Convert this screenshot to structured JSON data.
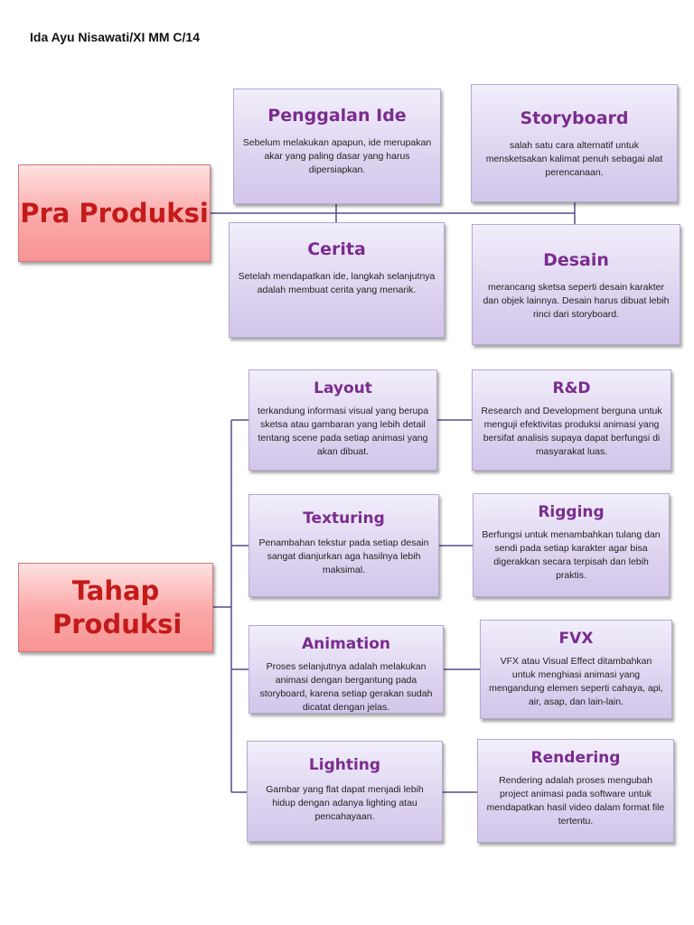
{
  "author": "Ida Ayu Nisawati/XI MM C/14",
  "pra_produksi": {
    "title": "Pra Produksi",
    "items": [
      {
        "title": "Penggalan Ide",
        "desc": "Sebelum melakukan apapun, ide merupakan akar yang paling dasar yang harus dipersiapkan."
      },
      {
        "title": "Storyboard",
        "desc": "salah satu cara alternatif untuk mensketsakan kalimat penuh sebagai alat perencanaan."
      },
      {
        "title": "Cerita",
        "desc": "Setelah mendapatkan ide, langkah selanjutnya adalah membuat cerita yang menarik."
      },
      {
        "title": "Desain",
        "desc": "merancang sketsa seperti desain karakter dan objek lainnya. Desain harus dibuat lebih rinci dari storyboard."
      }
    ]
  },
  "tahap_produksi": {
    "title": "Tahap Produksi",
    "items": [
      {
        "title": "Layout",
        "desc": "terkandung informasi visual yang berupa sketsa atau gambaran yang lebih detail tentang scene pada setiap animasi yang akan dibuat."
      },
      {
        "title": "R&D",
        "desc": "Research and Development berguna untuk menguji efektivitas produksi animasi yang bersifat analisis supaya dapat berfungsi di masyarakat luas."
      },
      {
        "title": "Texturing",
        "desc": "Penambahan tekstur pada setiap desain sangat dianjurkan aga hasilnya lebih maksimal."
      },
      {
        "title": "Rigging",
        "desc": "Berfungsi untuk menambahkan tulang dan sendi pada setiap karakter agar bisa digerakkan secara terpisah dan lebih praktis."
      },
      {
        "title": "Animation",
        "desc": "Proses selanjutnya adalah melakukan animasi dengan bergantung pada storyboard, karena setiap gerakan sudah dicatat dengan jelas."
      },
      {
        "title": "FVX",
        "desc": "VFX atau Visual Effect ditambahkan untuk menghiasi animasi yang mengandung elemen seperti cahaya, api, air, asap, dan lain-lain."
      },
      {
        "title": "Lighting",
        "desc": "Gambar yang flat dapat menjadi lebih hidup dengan adanya lighting atau pencahayaan."
      },
      {
        "title": "Rendering",
        "desc": "Rendering adalah proses mengubah project animasi pada software untuk mendapatkan hasil video dalam format file tertentu."
      }
    ]
  }
}
